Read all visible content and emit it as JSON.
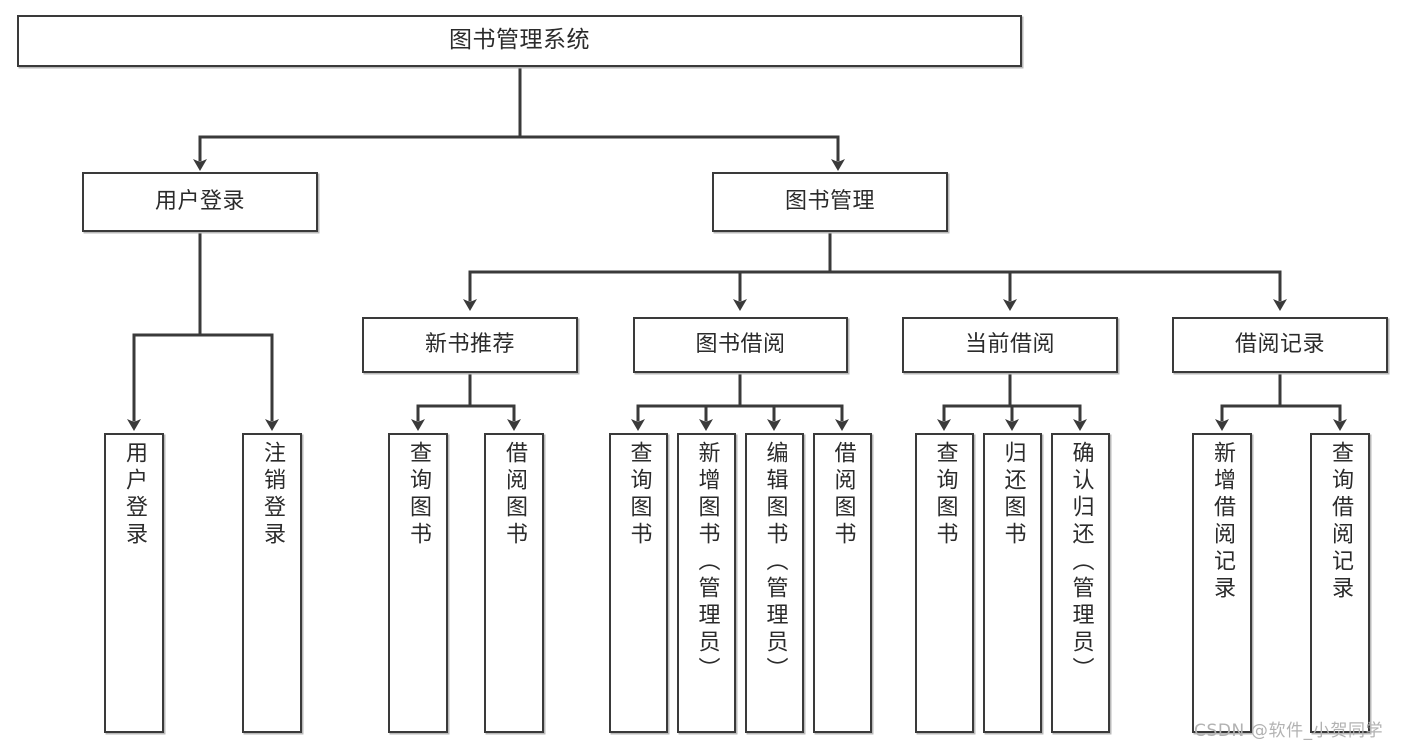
{
  "diagram": {
    "title": "图书管理系统",
    "type": "tree",
    "watermark": "CSDN @软件_小贺同学",
    "colors": {
      "stroke": "#3a3a3a",
      "fill": "#ffffff",
      "text": "#2b2b2b",
      "shadow": "#b9b9b9",
      "watermark": "#b2b2b2"
    },
    "nodes": {
      "root": {
        "label": "图书管理系统"
      },
      "level2": [
        {
          "id": "user-login",
          "label": "用户登录"
        },
        {
          "id": "book-management",
          "label": "图书管理"
        }
      ],
      "level3": [
        {
          "id": "new-book-recommend",
          "label": "新书推荐"
        },
        {
          "id": "book-borrow",
          "label": "图书借阅"
        },
        {
          "id": "current-borrow",
          "label": "当前借阅"
        },
        {
          "id": "borrow-record",
          "label": "借阅记录"
        }
      ],
      "leaves": {
        "user-login": [
          {
            "id": "leaf-user-login",
            "label": "用户登录"
          },
          {
            "id": "leaf-user-logout",
            "label": "注销登录"
          }
        ],
        "new-book-recommend": [
          {
            "id": "leaf-query-book-1",
            "label": "查询图书"
          },
          {
            "id": "leaf-borrow-book-1",
            "label": "借阅图书"
          }
        ],
        "book-borrow": [
          {
            "id": "leaf-query-book-2",
            "label": "查询图书"
          },
          {
            "id": "leaf-add-book",
            "label": "新增图书（管理员）"
          },
          {
            "id": "leaf-edit-book",
            "label": "编辑图书（管理员）"
          },
          {
            "id": "leaf-borrow-book-2",
            "label": "借阅图书"
          }
        ],
        "current-borrow": [
          {
            "id": "leaf-query-book-3",
            "label": "查询图书"
          },
          {
            "id": "leaf-return-book",
            "label": "归还图书"
          },
          {
            "id": "leaf-confirm-return",
            "label": "确认归还（管理员）"
          }
        ],
        "borrow-record": [
          {
            "id": "leaf-add-record",
            "label": "新增借阅记录"
          },
          {
            "id": "leaf-query-record",
            "label": "查询借阅记录"
          }
        ]
      }
    }
  }
}
